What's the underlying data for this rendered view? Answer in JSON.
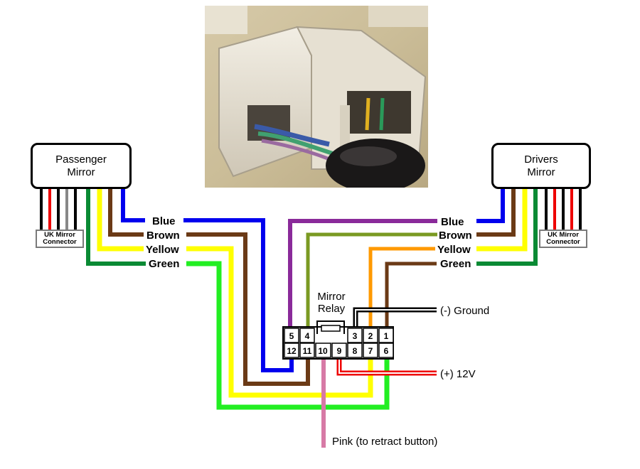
{
  "photo": {
    "subject": "white plastic wiring connector with coloured wires"
  },
  "mirrors": {
    "passenger": {
      "line1": "Passenger",
      "line2": "Mirror"
    },
    "drivers": {
      "line1": "Drivers",
      "line2": "Mirror"
    }
  },
  "uk_connector": {
    "line1": "UK Mirror",
    "line2": "Connector"
  },
  "wire_labels": {
    "left": [
      "Blue",
      "Brown",
      "Yellow",
      "Green"
    ],
    "right": [
      "Blue",
      "Brown",
      "Yellow",
      "Green"
    ]
  },
  "relay": {
    "line1": "Mirror",
    "line2": "Relay",
    "pins_top": [
      "5",
      "4",
      "3",
      "2",
      "1"
    ],
    "pins_bottom": [
      "12",
      "11",
      "10",
      "9",
      "8",
      "7",
      "6"
    ]
  },
  "outputs": {
    "ground": "(-) Ground",
    "power": "(+) 12V",
    "pink": "Pink (to retract button)"
  },
  "colors": {
    "blue": "#0000ee",
    "brown": "#6b3a16",
    "yellow": "#ffff00",
    "green_light": "#22ee22",
    "green_dark": "#0a8a34",
    "purple": "#8a2a9a",
    "olive": "#7a9a22",
    "orange": "#ff9900",
    "pink": "#d77aa6",
    "red": "#ee0000"
  }
}
